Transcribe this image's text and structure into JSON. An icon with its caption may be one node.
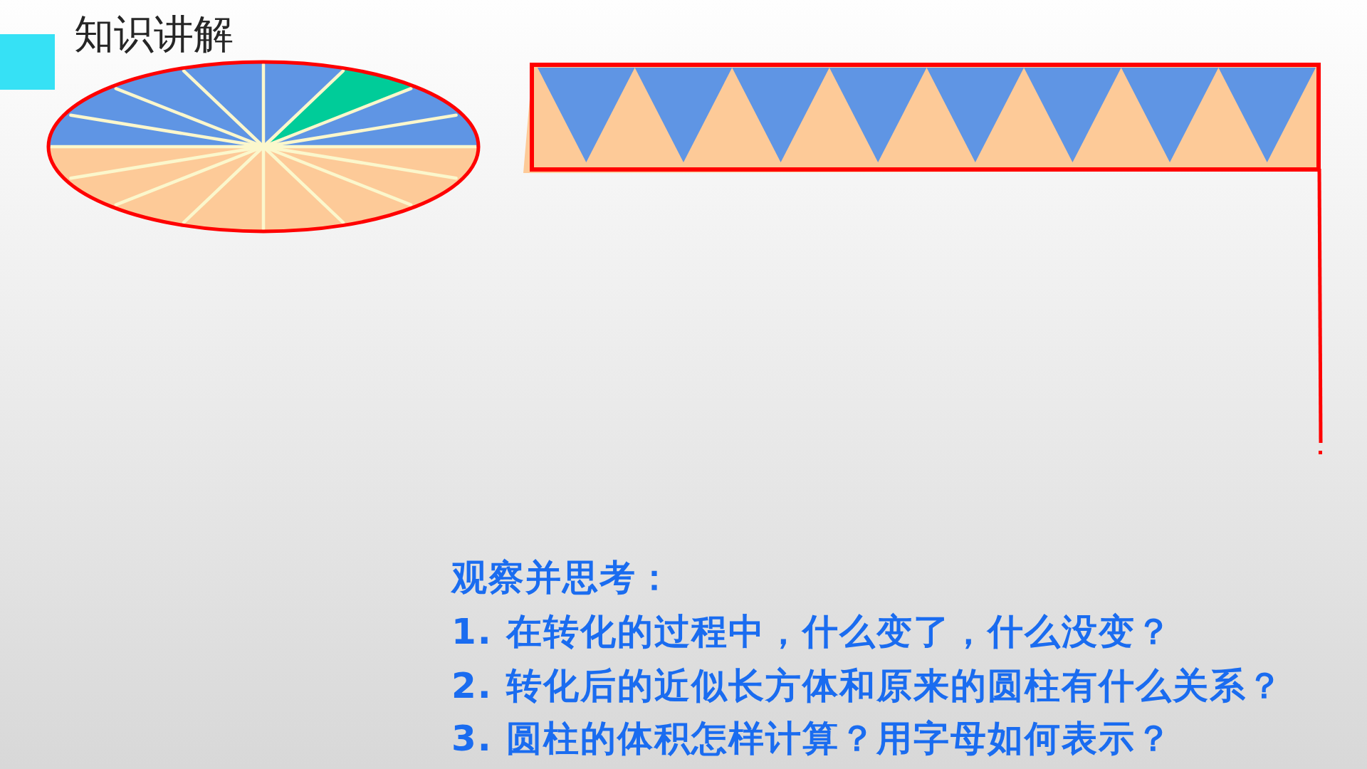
{
  "diagram": {
    "title": "知识讲解",
    "labels": [
      "观察并思考：",
      "1. 在转化的过程中，什么变了，什么没变？",
      "2. 转化后的近似长方体和原来的圆柱有什么关系？",
      "3. 圆柱的体积怎样计算？用字母如何表示？"
    ]
  }
}
